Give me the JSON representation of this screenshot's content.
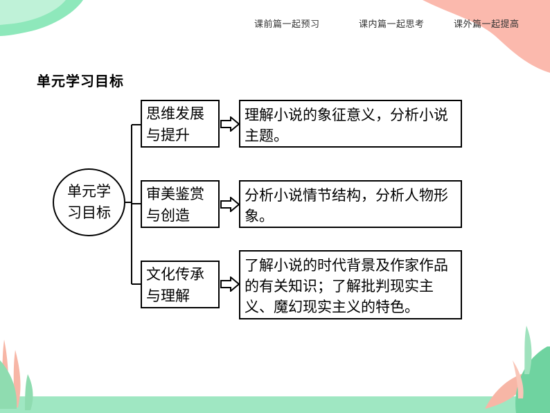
{
  "nav": {
    "items": [
      {
        "label": "课前篇一起预习"
      },
      {
        "label": "课内篇一起思考"
      },
      {
        "label": "课外篇一起提高"
      }
    ]
  },
  "section_title": "单元学习目标",
  "diagram": {
    "root": "单元学习目标",
    "branches": [
      {
        "category": "思维发展与提升",
        "goal": "理解小说的象征意义，分析小说主题。"
      },
      {
        "category": "审美鉴赏与创造",
        "goal": "分析小说情节结构，分析人物形象。"
      },
      {
        "category": "文化传承与理解",
        "goal": "了解小说的时代背景及作家作品的有关知识；了解批判现实主义、魔幻现实主义的特色。"
      }
    ]
  },
  "colors": {
    "accent_green": "#7fe3b2",
    "coral": "#f9a99a",
    "leaf_green": "#7fd9a8",
    "bottom_strip": "#a8e9c6"
  }
}
